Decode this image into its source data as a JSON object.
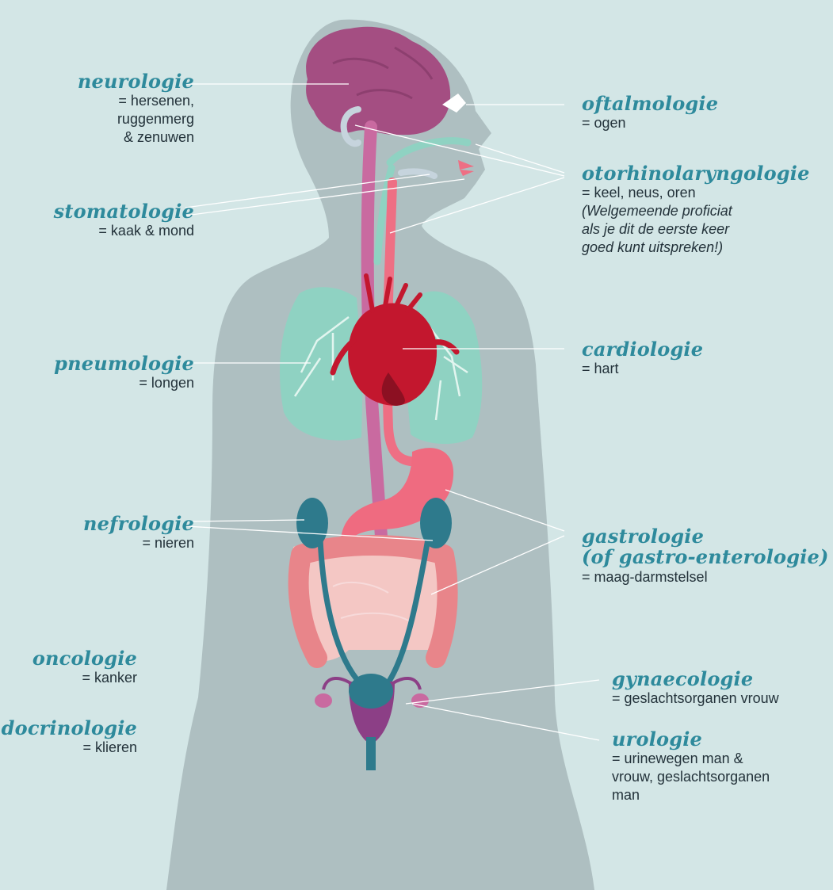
{
  "colors": {
    "background": "#d3e6e6",
    "body": "#aebfc1",
    "brain": "#a44e82",
    "spine": "#c96aa0",
    "heart": "#c3172e",
    "lungs": "#8fd2c2",
    "stomach": "#ef6b80",
    "intestine": "#e8858a",
    "kidneys": "#2e7a8c",
    "uterus": "#8c3f86",
    "title": "#2e8a9c",
    "text": "#23323a",
    "leader": "#ffffff"
  },
  "labels": {
    "neurologie": {
      "title": "neurologie",
      "desc": [
        "= hersenen,",
        "ruggenmerg",
        "& zenuwen"
      ]
    },
    "stomatologie": {
      "title": "stomatologie",
      "desc": [
        "= kaak & mond"
      ]
    },
    "pneumologie": {
      "title": "pneumologie",
      "desc": [
        "= longen"
      ]
    },
    "nefrologie": {
      "title": "nefrologie",
      "desc": [
        "= nieren"
      ]
    },
    "oncologie": {
      "title": "oncologie",
      "desc": [
        "= kanker"
      ]
    },
    "endocrinologie": {
      "title": "endocrinologie",
      "desc": [
        "= klieren"
      ]
    },
    "oftalmologie": {
      "title": "oftalmologie",
      "desc": [
        "= ogen"
      ]
    },
    "otorhinolaryngologie": {
      "title": "otorhinolaryngologie",
      "desc": [
        "= keel, neus, oren"
      ],
      "note": [
        "(Welgemeende proficiat",
        "als je dit de eerste keer",
        "goed kunt uitspreken!)"
      ]
    },
    "cardiologie": {
      "title": "cardiologie",
      "desc": [
        "= hart"
      ]
    },
    "gastrologie": {
      "title": [
        "gastrologie",
        "(of gastro-enterologie)"
      ],
      "desc": [
        "= maag-darmstelsel"
      ]
    },
    "gynaecologie": {
      "title": "gynaecologie",
      "desc": [
        "= geslachtsorganen vrouw"
      ]
    },
    "urologie": {
      "title": "urologie",
      "desc": [
        "= urinewegen man &",
        "vrouw, geslachtsorganen",
        "man"
      ]
    }
  }
}
